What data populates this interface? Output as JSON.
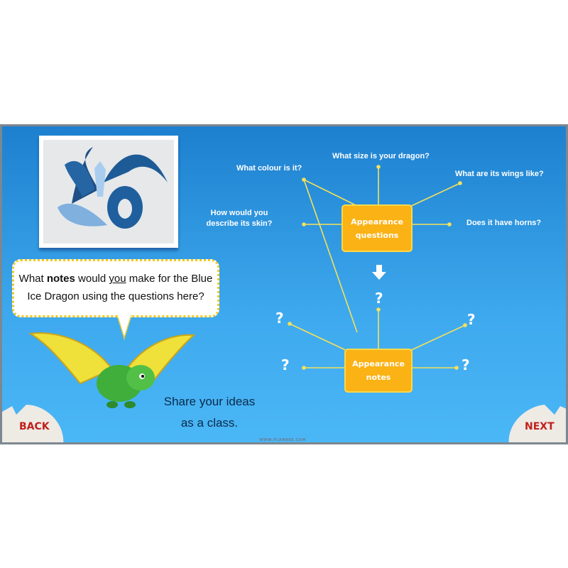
{
  "questions_map": {
    "center": "Appearance questions",
    "questions": [
      "What colour is it?",
      "What size is your dragon?",
      "What are its wings like?",
      "How would you describe its skin?",
      "Does it have horns?"
    ]
  },
  "notes_map": {
    "center": "Appearance notes",
    "placeholder": "?"
  },
  "bubble": {
    "pre": "What ",
    "bold": "notes",
    "mid": " would ",
    "underline": "you",
    "post": " make for the Blue Ice Dragon using the questions here?"
  },
  "share": "Share your ideas as a class.",
  "nav": {
    "back": "BACK",
    "next": "NEXT"
  },
  "watermark": "WWW.PLANBEE.COM",
  "colors": {
    "box": "#fbb215",
    "line": "#f5e15a",
    "background": "#2a95e0"
  }
}
